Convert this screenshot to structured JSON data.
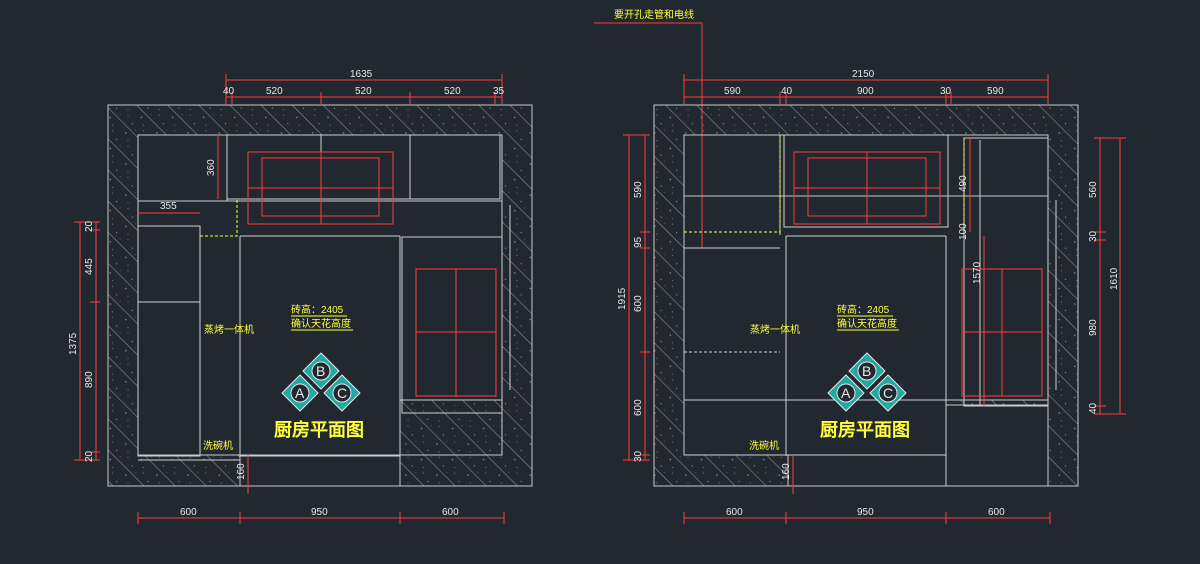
{
  "colors": {
    "background": "#212830",
    "wall": "#c9c9c9",
    "dimension": "#ff3b3b",
    "annotation": "#ffff3c",
    "text": "#e8e8e8",
    "logo_teal": "#22a7a3"
  },
  "note_top": "要开孔走管和电线",
  "plans": [
    {
      "id": "left",
      "top_total": "1635",
      "top_segments": [
        "40",
        "520",
        "520",
        "520",
        "35"
      ],
      "upper_cabinet_depth": "360",
      "side_cabinet_width": "355",
      "left_total": "1375",
      "left_segments": [
        "20",
        "445",
        "890",
        "20"
      ],
      "bottom_segments": [
        "600",
        "950",
        "600"
      ],
      "bottom_gap": "160",
      "tile_height": "砖高：2405",
      "ceiling_note": "确认天花高度",
      "steam_oven": "蒸烤一体机",
      "dishwasher": "洗碗机",
      "logo_letters": [
        "B",
        "A",
        "C"
      ],
      "title": "厨房平面图"
    },
    {
      "id": "right",
      "top_total": "2150",
      "top_segments": [
        "590",
        "40",
        "900",
        "30",
        "590"
      ],
      "left_total": "1915",
      "left_segments": [
        "590",
        "95",
        "600",
        "600",
        "30"
      ],
      "inner_dims": [
        "490",
        "100",
        "1570"
      ],
      "right_total": "1610",
      "right_segments": [
        "560",
        "30",
        "980",
        "40"
      ],
      "bottom_segments": [
        "600",
        "950",
        "600"
      ],
      "bottom_gap": "160",
      "tile_height": "砖高：2405",
      "ceiling_note": "确认天花高度",
      "steam_oven": "蒸烤一体机",
      "dishwasher": "洗碗机",
      "logo_letters": [
        "B",
        "A",
        "C"
      ],
      "title": "厨房平面图"
    }
  ]
}
